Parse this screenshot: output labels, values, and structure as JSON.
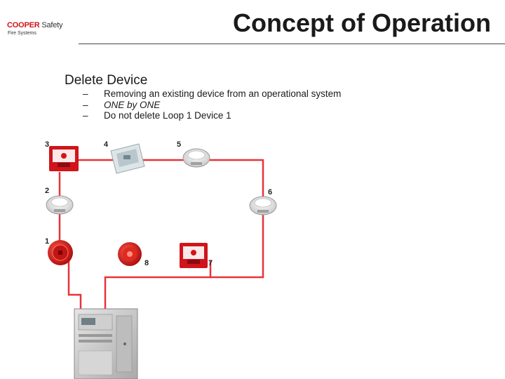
{
  "logo": {
    "brand_part1": "COOPER",
    "brand_part2": "Safety",
    "sub": "Fire Systems"
  },
  "title": "Concept of Operation",
  "heading": "Delete Device",
  "bullets": [
    {
      "dash": "–",
      "text": "Removing an existing device from an operational system"
    },
    {
      "dash": "–",
      "text": "ONE by ONE"
    },
    {
      "dash": "–",
      "text": "Do not delete Loop 1 Device 1"
    }
  ],
  "device_numbers": {
    "d1": "1",
    "d2": "2",
    "d3": "3",
    "d4": "4",
    "d5": "5",
    "d6": "6",
    "d7": "7",
    "d8": "8"
  },
  "colors": {
    "wire": "#e8333a",
    "accent_red": "#d0141b"
  },
  "icons": {
    "d1": "sounder-icon",
    "d2": "smoke-detector-icon",
    "d3": "call-point-icon",
    "d4": "interface-module-icon",
    "d5": "smoke-detector-icon",
    "d6": "smoke-detector-icon",
    "d7": "call-point-icon",
    "d8": "beacon-sounder-icon",
    "panel": "fire-panel-icon"
  }
}
